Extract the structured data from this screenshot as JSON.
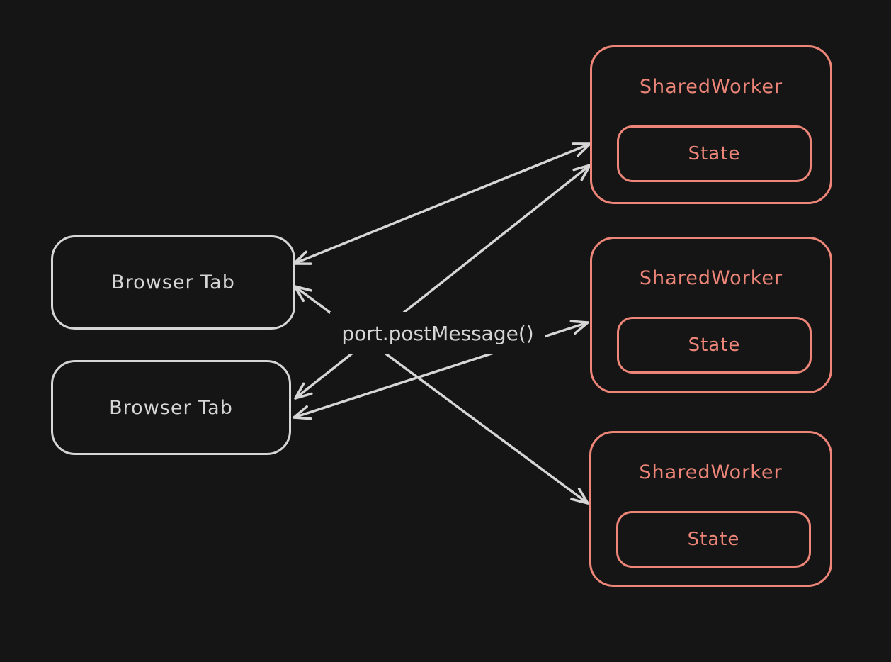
{
  "diagram": {
    "center_label": "port.postMessage()",
    "browser_tabs": [
      {
        "label": "Browser Tab"
      },
      {
        "label": "Browser Tab"
      }
    ],
    "shared_workers": [
      {
        "title": "SharedWorker",
        "state": "State"
      },
      {
        "title": "SharedWorker",
        "state": "State"
      },
      {
        "title": "SharedWorker",
        "state": "State"
      }
    ],
    "connections": [
      {
        "from": "browser-tab-1",
        "to": "shared-worker-1",
        "direction": "bidirectional"
      },
      {
        "from": "browser-tab-2",
        "to": "shared-worker-1",
        "direction": "bidirectional"
      },
      {
        "from": "browser-tab-1",
        "to": "shared-worker-3",
        "direction": "bidirectional"
      },
      {
        "from": "browser-tab-2",
        "to": "shared-worker-2",
        "direction": "bidirectional"
      }
    ],
    "colors": {
      "background": "#151515",
      "stroke_light": "#d6d6d6",
      "stroke_accent": "#ed8679"
    }
  }
}
